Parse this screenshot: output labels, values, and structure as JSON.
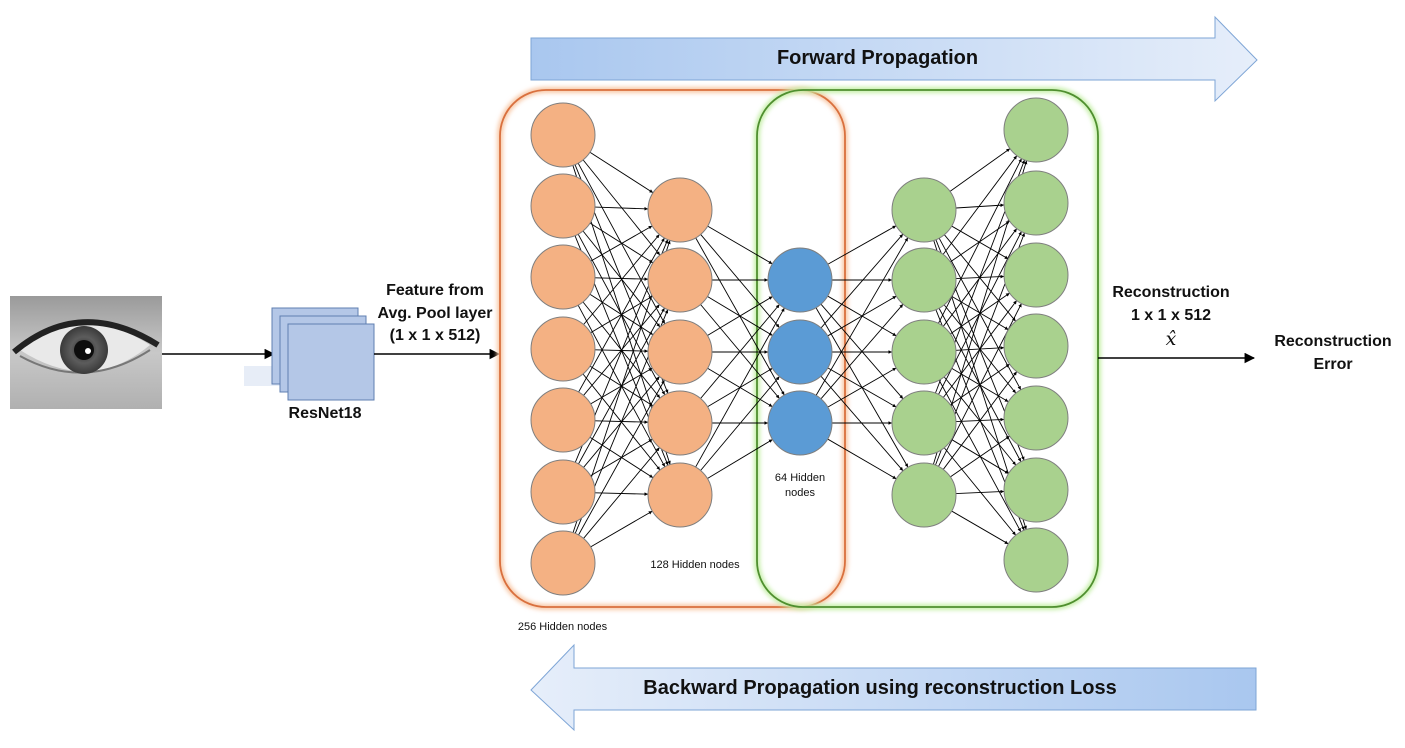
{
  "arrows": {
    "forward_label": "Forward Propagation",
    "backward_label": "Backward Propagation using reconstruction Loss"
  },
  "input": {
    "image_icon": "eye-image",
    "backbone_label": "ResNet18",
    "feature_label_line1": "Feature from",
    "feature_label_line2": "Avg. Pool layer",
    "feature_label_line3": "(1 x 1 x 512)"
  },
  "encoder": {
    "layer1_caption": "256 Hidden nodes",
    "layer2_caption": "128 Hidden nodes",
    "layer1_nodes": 7,
    "layer2_nodes": 5,
    "color": "#f4b183",
    "frame_color": "#f08a5d"
  },
  "bottleneck": {
    "caption_line1": "64 Hidden",
    "caption_line2": "nodes",
    "nodes": 3,
    "color": "#5b9bd5"
  },
  "decoder": {
    "layer1_nodes": 5,
    "layer2_nodes": 7,
    "color": "#a9d18e",
    "frame_color": "#8fd16a"
  },
  "output": {
    "reconstruction_line1": "Reconstruction",
    "reconstruction_line2": "1 x 1 x 512",
    "reconstruction_symbol": "x̂",
    "error_line1": "Reconstruction",
    "error_line2": "Error"
  },
  "colors": {
    "arrow_fill_start": "#a9c7ef",
    "arrow_fill_end": "#e3edfa",
    "arrow_stroke": "#7ea5d6",
    "node_stroke": "#7f7f7f",
    "edge": "#000000"
  }
}
